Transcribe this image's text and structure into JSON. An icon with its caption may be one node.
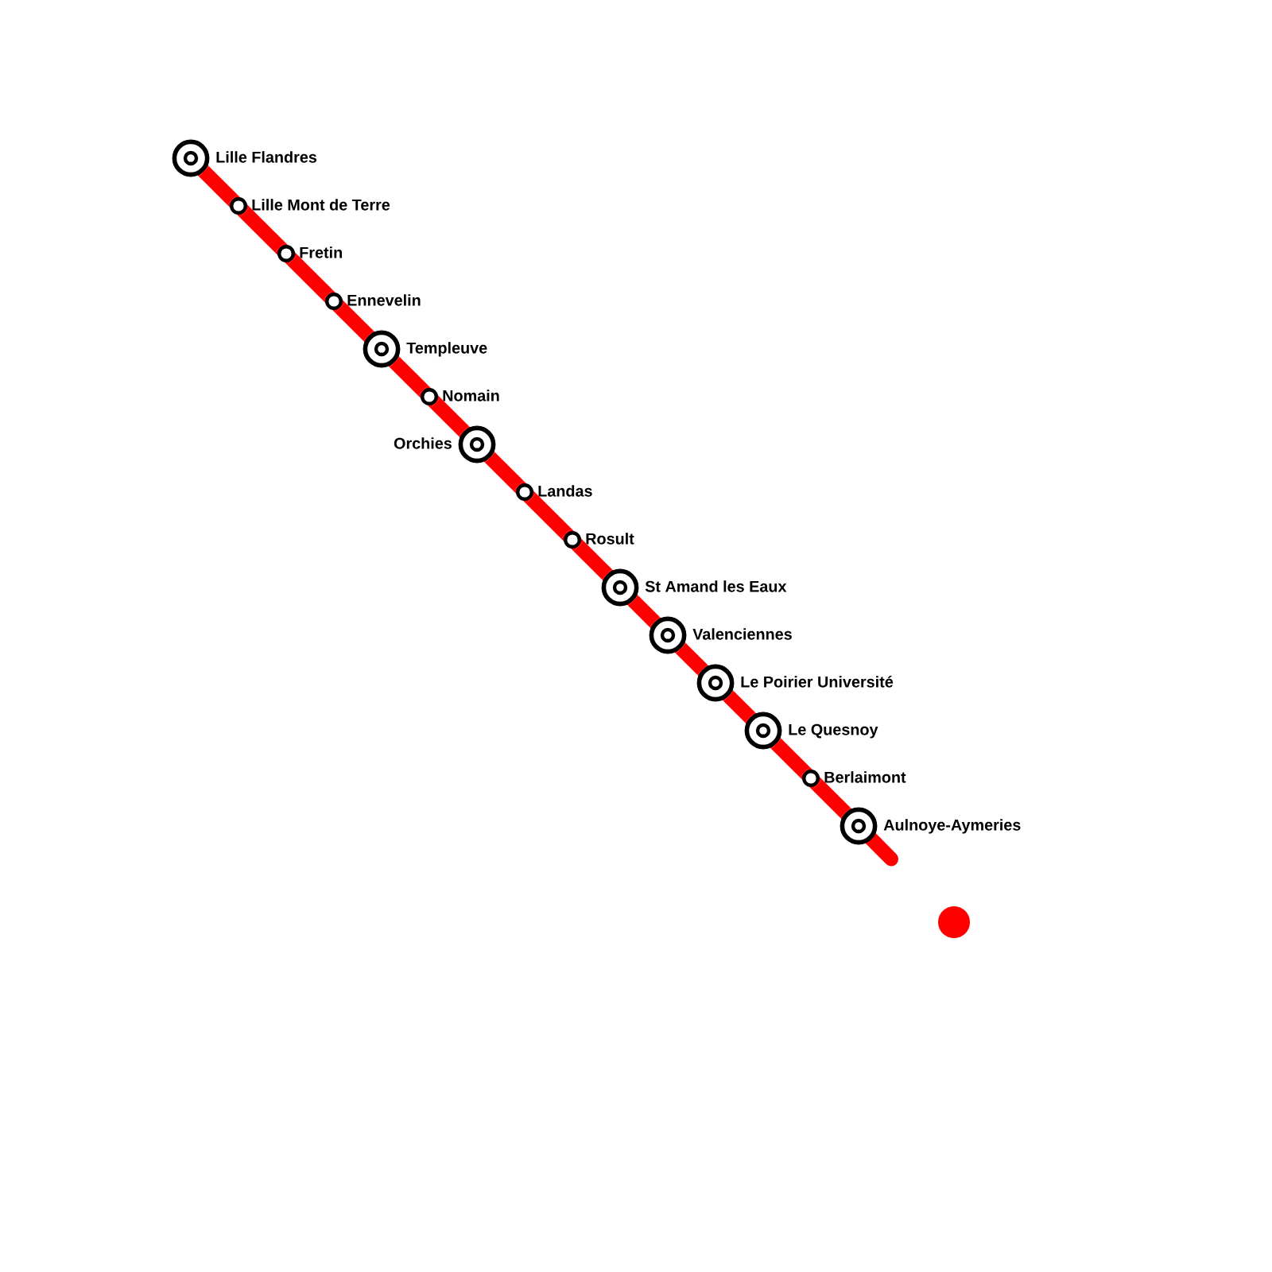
{
  "diagram": {
    "nodes": [
      {
        "text": [
          "Lille Flandres"
        ]
      },
      {
        "text": [
          "Lille Mont de Terre"
        ]
      },
      {
        "text": [
          "Fretin"
        ]
      },
      {
        "text": [
          "Ennevelin"
        ]
      },
      {
        "text": [
          "Templeuve"
        ]
      },
      {
        "text": [
          "Nomain"
        ]
      },
      {
        "text": [
          "Orchies"
        ]
      },
      {
        "text": [
          "Landas"
        ]
      },
      {
        "text": [
          "Rosult"
        ]
      },
      {
        "text": [
          "St Amand les Eaux"
        ]
      },
      {
        "text": [
          "Valenciennes"
        ]
      },
      {
        "text": [
          "Le Poirier Université"
        ]
      },
      {
        "text": [
          "Le Quesnoy"
        ]
      },
      {
        "text": [
          "Berlaimont"
        ]
      },
      {
        "text": [
          "Aulnoye-Aymeries"
        ]
      }
    ],
    "edges": [
      {
        "from": 0,
        "to": 1,
        "arrow": "none"
      },
      {
        "from": 1,
        "to": 2,
        "arrow": "none"
      },
      {
        "from": 2,
        "to": 3,
        "arrow": "none"
      },
      {
        "from": 3,
        "to": 4,
        "arrow": "none"
      },
      {
        "from": 4,
        "to": 5,
        "arrow": "none"
      },
      {
        "from": 5,
        "to": 6,
        "arrow": "none"
      },
      {
        "from": 6,
        "to": 7,
        "arrow": "none"
      },
      {
        "from": 7,
        "to": 8,
        "arrow": "none"
      },
      {
        "from": 8,
        "to": 9,
        "arrow": "none"
      },
      {
        "from": 9,
        "to": 10,
        "arrow": "none"
      },
      {
        "from": 10,
        "to": 11,
        "arrow": "none"
      },
      {
        "from": 11,
        "to": 12,
        "arrow": "none"
      },
      {
        "from": 12,
        "to": 13,
        "arrow": "none"
      },
      {
        "from": 13,
        "to": 14,
        "arrow": "none"
      },
      {
        "from": 14,
        "to": null,
        "arrow": "none"
      }
    ]
  }
}
